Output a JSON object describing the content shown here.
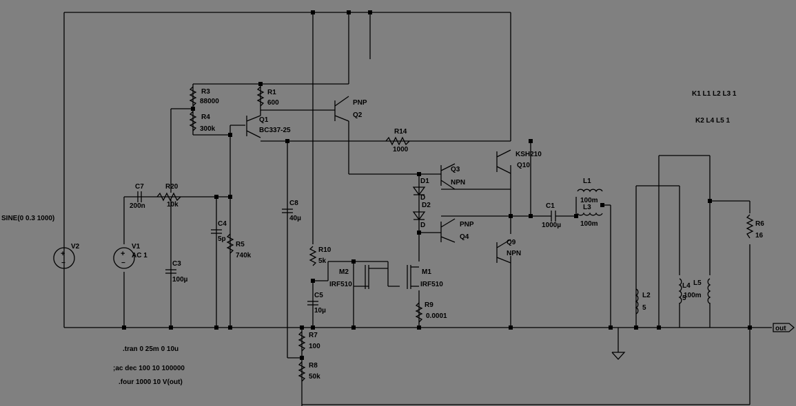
{
  "schematic": {
    "components": {
      "R3": {
        "ref": "R3",
        "val": "88000"
      },
      "R4": {
        "ref": "R4",
        "val": "300k"
      },
      "R1": {
        "ref": "R1",
        "val": "600"
      },
      "Q1": {
        "ref": "Q1",
        "val": "BC337-25"
      },
      "Q2": {
        "ref": "Q2",
        "val": "PNP"
      },
      "R14": {
        "ref": "R14",
        "val": "1000"
      },
      "C7": {
        "ref": "C7",
        "val": "200n"
      },
      "R20": {
        "ref": "R20",
        "val": "10k"
      },
      "C4": {
        "ref": "C4",
        "val": "5p"
      },
      "R5": {
        "ref": "R5",
        "val": "740k"
      },
      "C3": {
        "ref": "C3",
        "val": "100µ"
      },
      "C8": {
        "ref": "C8",
        "val": "40µ"
      },
      "V1": {
        "ref": "V1",
        "val": "AC 1"
      },
      "V2": {
        "ref": "V2",
        "val": "SINE(0 0.3 1000)"
      },
      "R10": {
        "ref": "R10",
        "val": "5k"
      },
      "C5": {
        "ref": "C5",
        "val": "10µ"
      },
      "M2": {
        "ref": "M2",
        "val": "IRF510"
      },
      "M1": {
        "ref": "M1",
        "val": "IRF510"
      },
      "R9": {
        "ref": "R9",
        "val": "0.0001"
      },
      "D1": {
        "ref": "D1",
        "val": "D"
      },
      "D2": {
        "ref": "D2",
        "val": "D"
      },
      "Q3": {
        "ref": "Q3",
        "val": "NPN"
      },
      "Q4": {
        "ref": "Q4",
        "val": "PNP"
      },
      "Q10": {
        "ref": "Q10",
        "val": "KSH210"
      },
      "Q9": {
        "ref": "Q9",
        "val": "NPN"
      },
      "C1": {
        "ref": "C1",
        "val": "1000µ"
      },
      "L1": {
        "ref": "L1",
        "val": "100m"
      },
      "L3": {
        "ref": "L3",
        "val": "100m"
      },
      "L2": {
        "ref": "L2",
        "val": "5"
      },
      "L4": {
        "ref": "L4",
        "val": "5"
      },
      "L5": {
        "ref": "L5",
        "val": "100m"
      },
      "R6": {
        "ref": "R6",
        "val": "16"
      },
      "R7": {
        "ref": "R7",
        "val": "100"
      },
      "R8": {
        "ref": "R8",
        "val": "50k"
      }
    },
    "directives": {
      "coupling1": "K1 L1 L2 L3 1",
      "coupling2": "K2 L4 L5 1",
      "tran": ".tran 0 25m 0 10u",
      "ac": ";ac dec 100 10 100000",
      "four": ".four 1000 10 V(out)"
    },
    "out_label": "out"
  }
}
